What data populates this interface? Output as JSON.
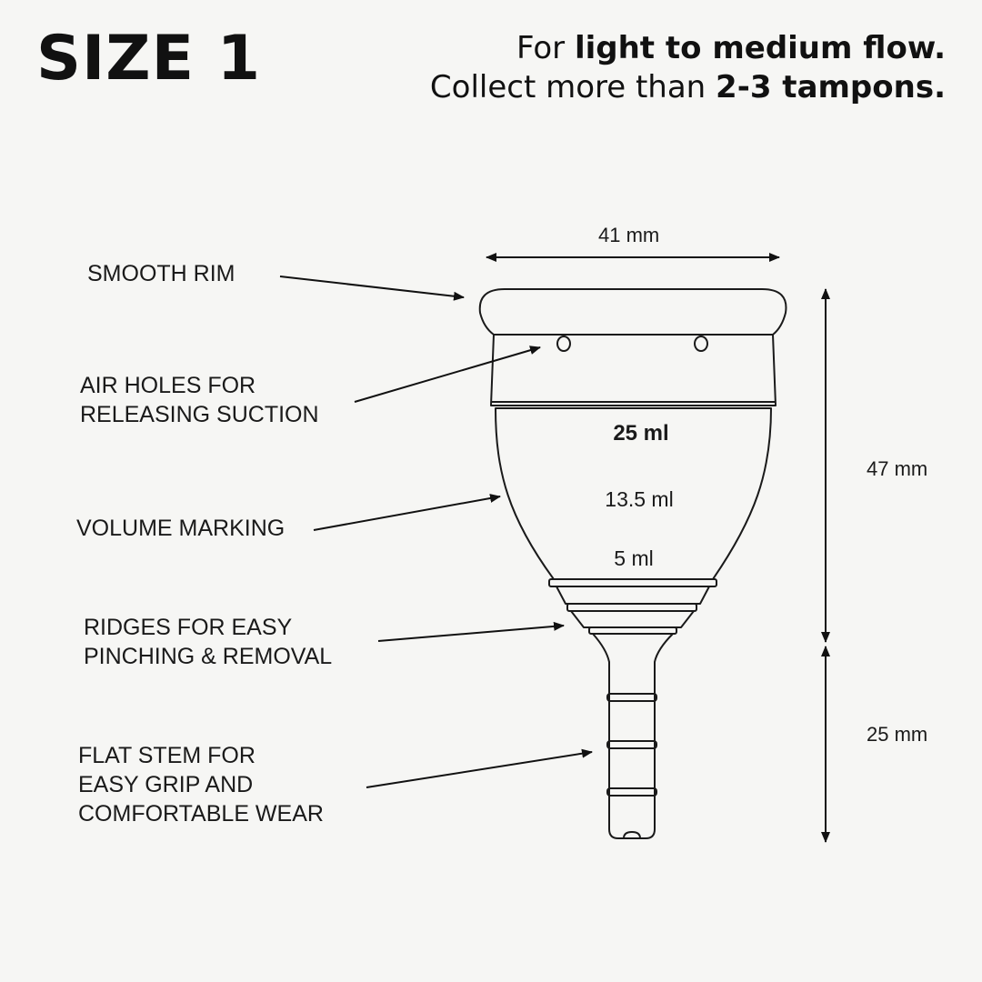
{
  "header": {
    "title": "SIZE 1",
    "line1_prefix": "For ",
    "line1_bold": "light to medium flow.",
    "line2_prefix": "Collect more than ",
    "line2_bold": "2-3 tampons."
  },
  "dimensions": {
    "width": "41 mm",
    "body_height": "47 mm",
    "stem_length": "25 mm"
  },
  "volume_markings": {
    "high": "25 ml",
    "mid": "13.5 ml",
    "low": "5 ml"
  },
  "callouts": {
    "rim": [
      "SMOOTH RIM"
    ],
    "air_holes": [
      "AIR HOLES FOR",
      "RELEASING SUCTION"
    ],
    "volume": [
      "VOLUME MARKING"
    ],
    "ridges": [
      "RIDGES FOR EASY",
      "PINCHING & REMOVAL"
    ],
    "stem": [
      "FLAT STEM FOR",
      "EASY GRIP AND",
      "COMFORTABLE WEAR"
    ]
  },
  "colors": {
    "background": "#f6f6f4",
    "ink": "#111111"
  }
}
